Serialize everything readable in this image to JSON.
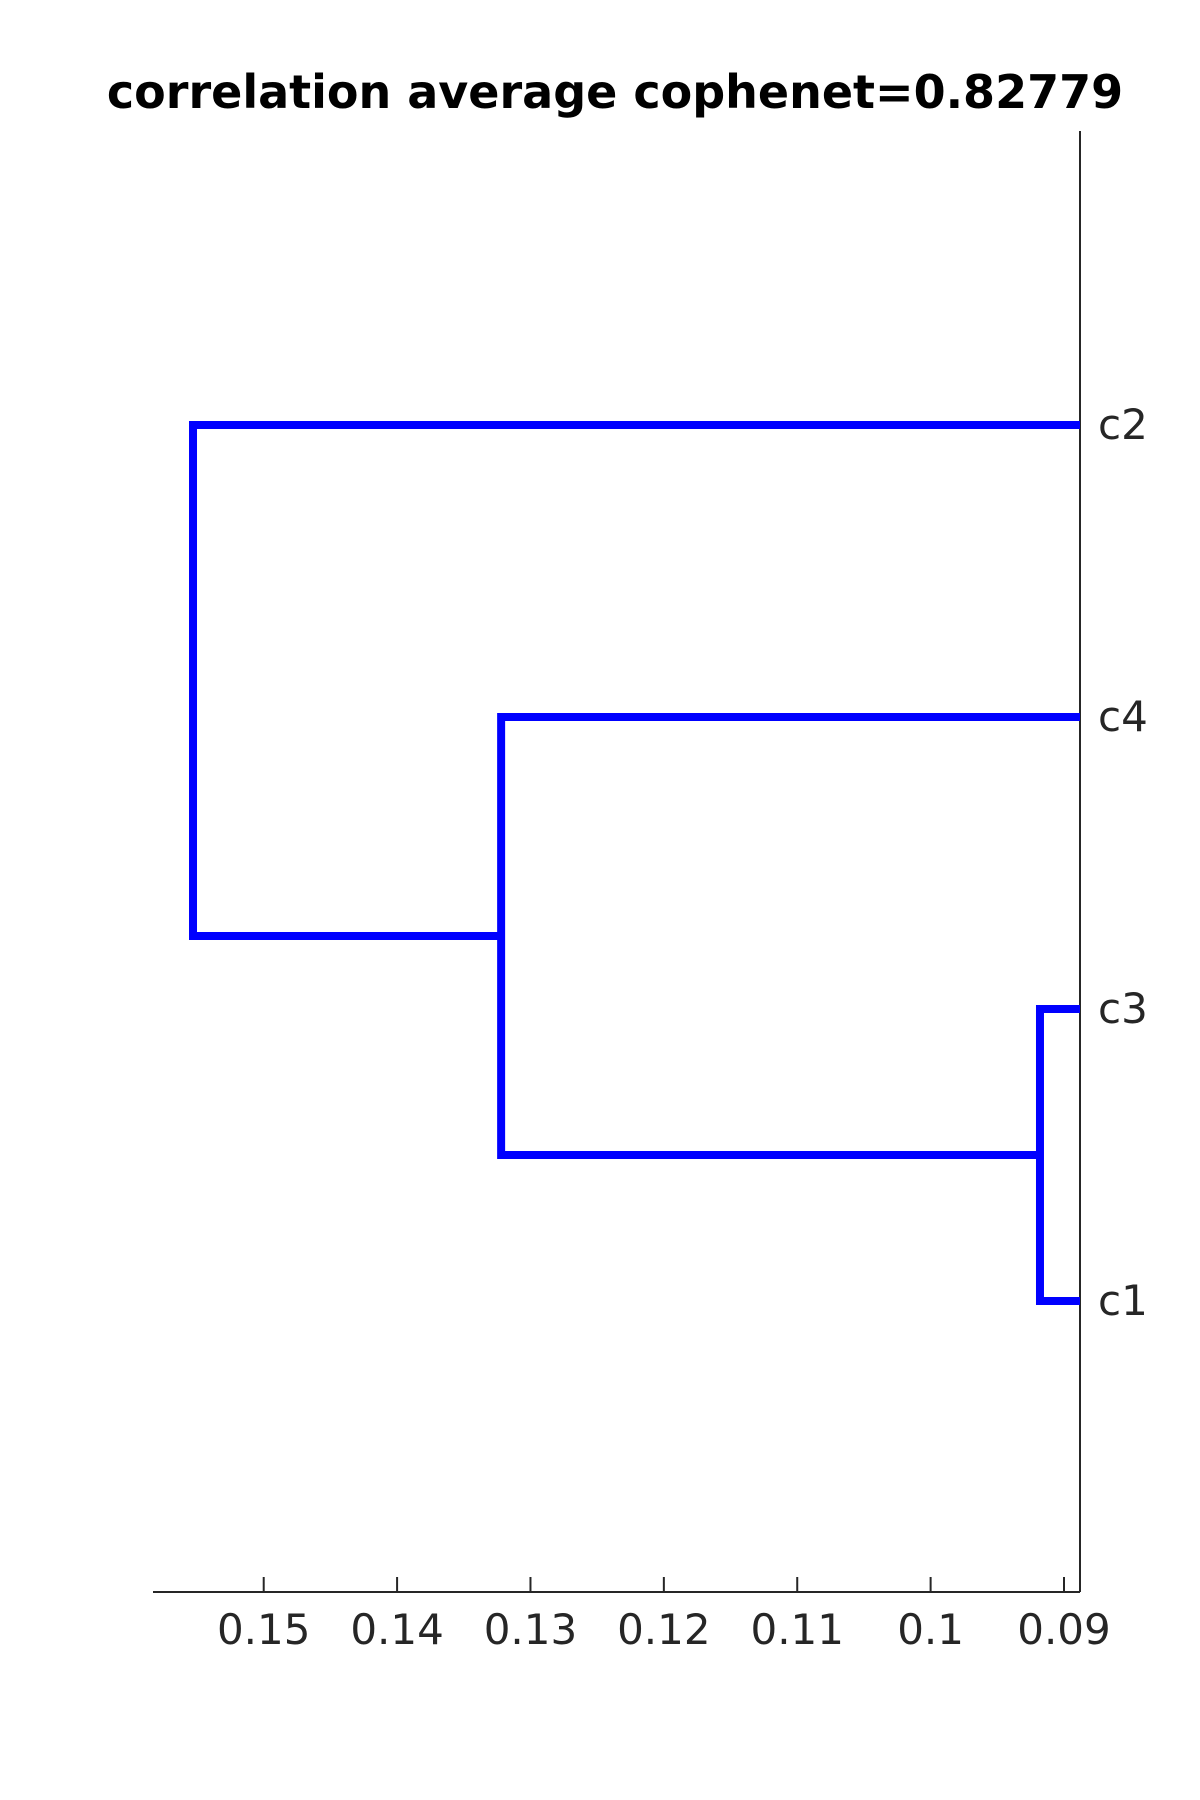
{
  "chart_data": {
    "type": "dendrogram",
    "orientation": "left",
    "title": "correlation average cophenet=0.82779",
    "xlabel": "",
    "ylabel": "",
    "x_direction": "reversed",
    "xlim": [
      0.0888,
      0.1583
    ],
    "x_ticks": [
      0.15,
      0.14,
      0.13,
      0.12,
      0.11,
      0.1,
      0.09
    ],
    "x_tick_labels": [
      "0.15",
      "0.14",
      "0.13",
      "0.12",
      "0.11",
      "0.1",
      "0.09"
    ],
    "leaves": [
      "c2",
      "c4",
      "c3",
      "c1"
    ],
    "merges": [
      {
        "left": "c3",
        "right": "c1",
        "height": 0.0918
      },
      {
        "left": "c4",
        "right": "c3+c1",
        "height": 0.1322
      },
      {
        "left": "c2",
        "right": "c4+c3+c1",
        "height": 0.1553
      }
    ],
    "link_color": "#0000ff",
    "axis_color": "#262626",
    "grid": false
  }
}
